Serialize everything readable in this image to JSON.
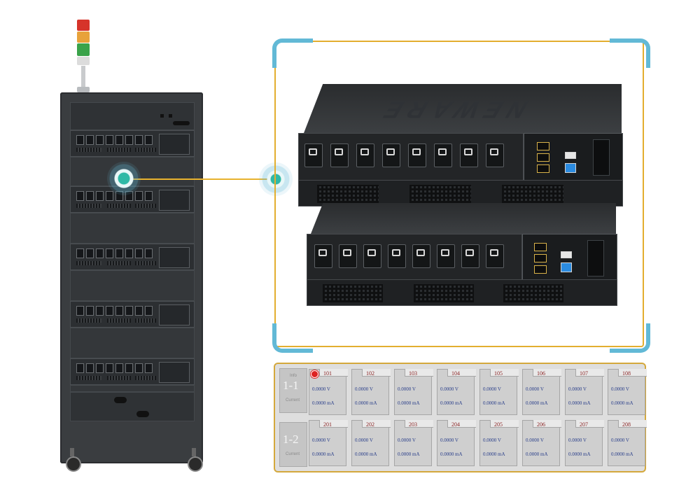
{
  "device_brand": "NEWARE",
  "colors": {
    "frame_accent": "#e3ae2f",
    "corner_accent": "#62b9d6",
    "hotspot": "#2fb9a6",
    "channel_id": "#8a2323",
    "channel_value": "#2a3f8a",
    "tower_red": "#d6342a",
    "tower_orange": "#e8a23a",
    "tower_green": "#3aa34a"
  },
  "channel_panel": {
    "rows": [
      {
        "label": "1-1",
        "sub_top": "Info",
        "sub_bottom": "Current",
        "cells": [
          {
            "id": "101",
            "voltage": "0.0000 V",
            "current": "0.0000 mA",
            "flag": true
          },
          {
            "id": "102",
            "voltage": "0.0000 V",
            "current": "0.0000 mA"
          },
          {
            "id": "103",
            "voltage": "0.0000 V",
            "current": "0.0000 mA"
          },
          {
            "id": "104",
            "voltage": "0.0000 V",
            "current": "0.0000 mA"
          },
          {
            "id": "105",
            "voltage": "0.0000 V",
            "current": "0.0000 mA"
          },
          {
            "id": "106",
            "voltage": "0.0000 V",
            "current": "0.0000 mA"
          },
          {
            "id": "107",
            "voltage": "0.0000 V",
            "current": "0.0000 mA"
          },
          {
            "id": "108",
            "voltage": "0.0000 V",
            "current": "0.0000 mA"
          }
        ]
      },
      {
        "label": "1-2",
        "sub_top": "",
        "sub_bottom": "Current",
        "cells": [
          {
            "id": "201",
            "voltage": "0.0000 V",
            "current": "0.0000 mA"
          },
          {
            "id": "202",
            "voltage": "0.0000 V",
            "current": "0.0000 mA"
          },
          {
            "id": "203",
            "voltage": "0.0000 V",
            "current": "0.0000 mA"
          },
          {
            "id": "204",
            "voltage": "0.0000 V",
            "current": "0.0000 mA"
          },
          {
            "id": "205",
            "voltage": "0.0000 V",
            "current": "0.0000 mA"
          },
          {
            "id": "206",
            "voltage": "0.0000 V",
            "current": "0.0000 mA"
          },
          {
            "id": "207",
            "voltage": "0.0000 V",
            "current": "0.0000 mA"
          },
          {
            "id": "208",
            "voltage": "0.0000 V",
            "current": "0.0000 mA"
          }
        ]
      }
    ]
  }
}
